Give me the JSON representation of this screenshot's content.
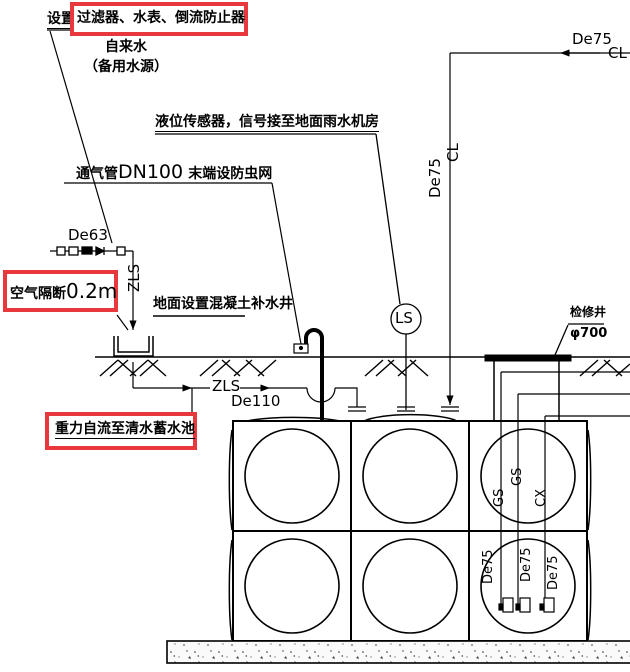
{
  "annotations": {
    "filter_note_prefix": "设置",
    "filter_note_highlight": "过滤器、水表、倒流防止器",
    "tap_water_line1": "自来水",
    "tap_water_line2": "（备用水源）",
    "level_sensor_note": "液位传感器，信号接至地面雨水机房",
    "vent_pipe_note_cn1": "通气管",
    "vent_pipe_note_en": "DN100",
    "vent_pipe_note_cn2": "末端设防虫网",
    "air_gap_note_cn": "空气隔断",
    "air_gap_note_value": "0.2m",
    "make_up_well_note": "地面设置混凝土补水井",
    "gravity_flow_note": "重力自流至清水蓄水池",
    "manhole_label": "检修井",
    "manhole_size": "φ700",
    "level_sensor_symbol": "LS"
  },
  "pipe_labels": {
    "de63": "De63",
    "zls_vertical": "ZLS",
    "zls_horizontal": "ZLS",
    "de110": "De110",
    "de75_top": "De75",
    "cl_top": "CL",
    "de75_vertical": "De75",
    "cl_vertical": "CL",
    "gs1": "GS",
    "gs2": "GS",
    "cx": "CX",
    "de75_pump1": "De75",
    "de75_pump2": "De75",
    "de75_pump3": "De75"
  },
  "colors": {
    "highlight_red": "#e8383d",
    "line": "#000000"
  }
}
